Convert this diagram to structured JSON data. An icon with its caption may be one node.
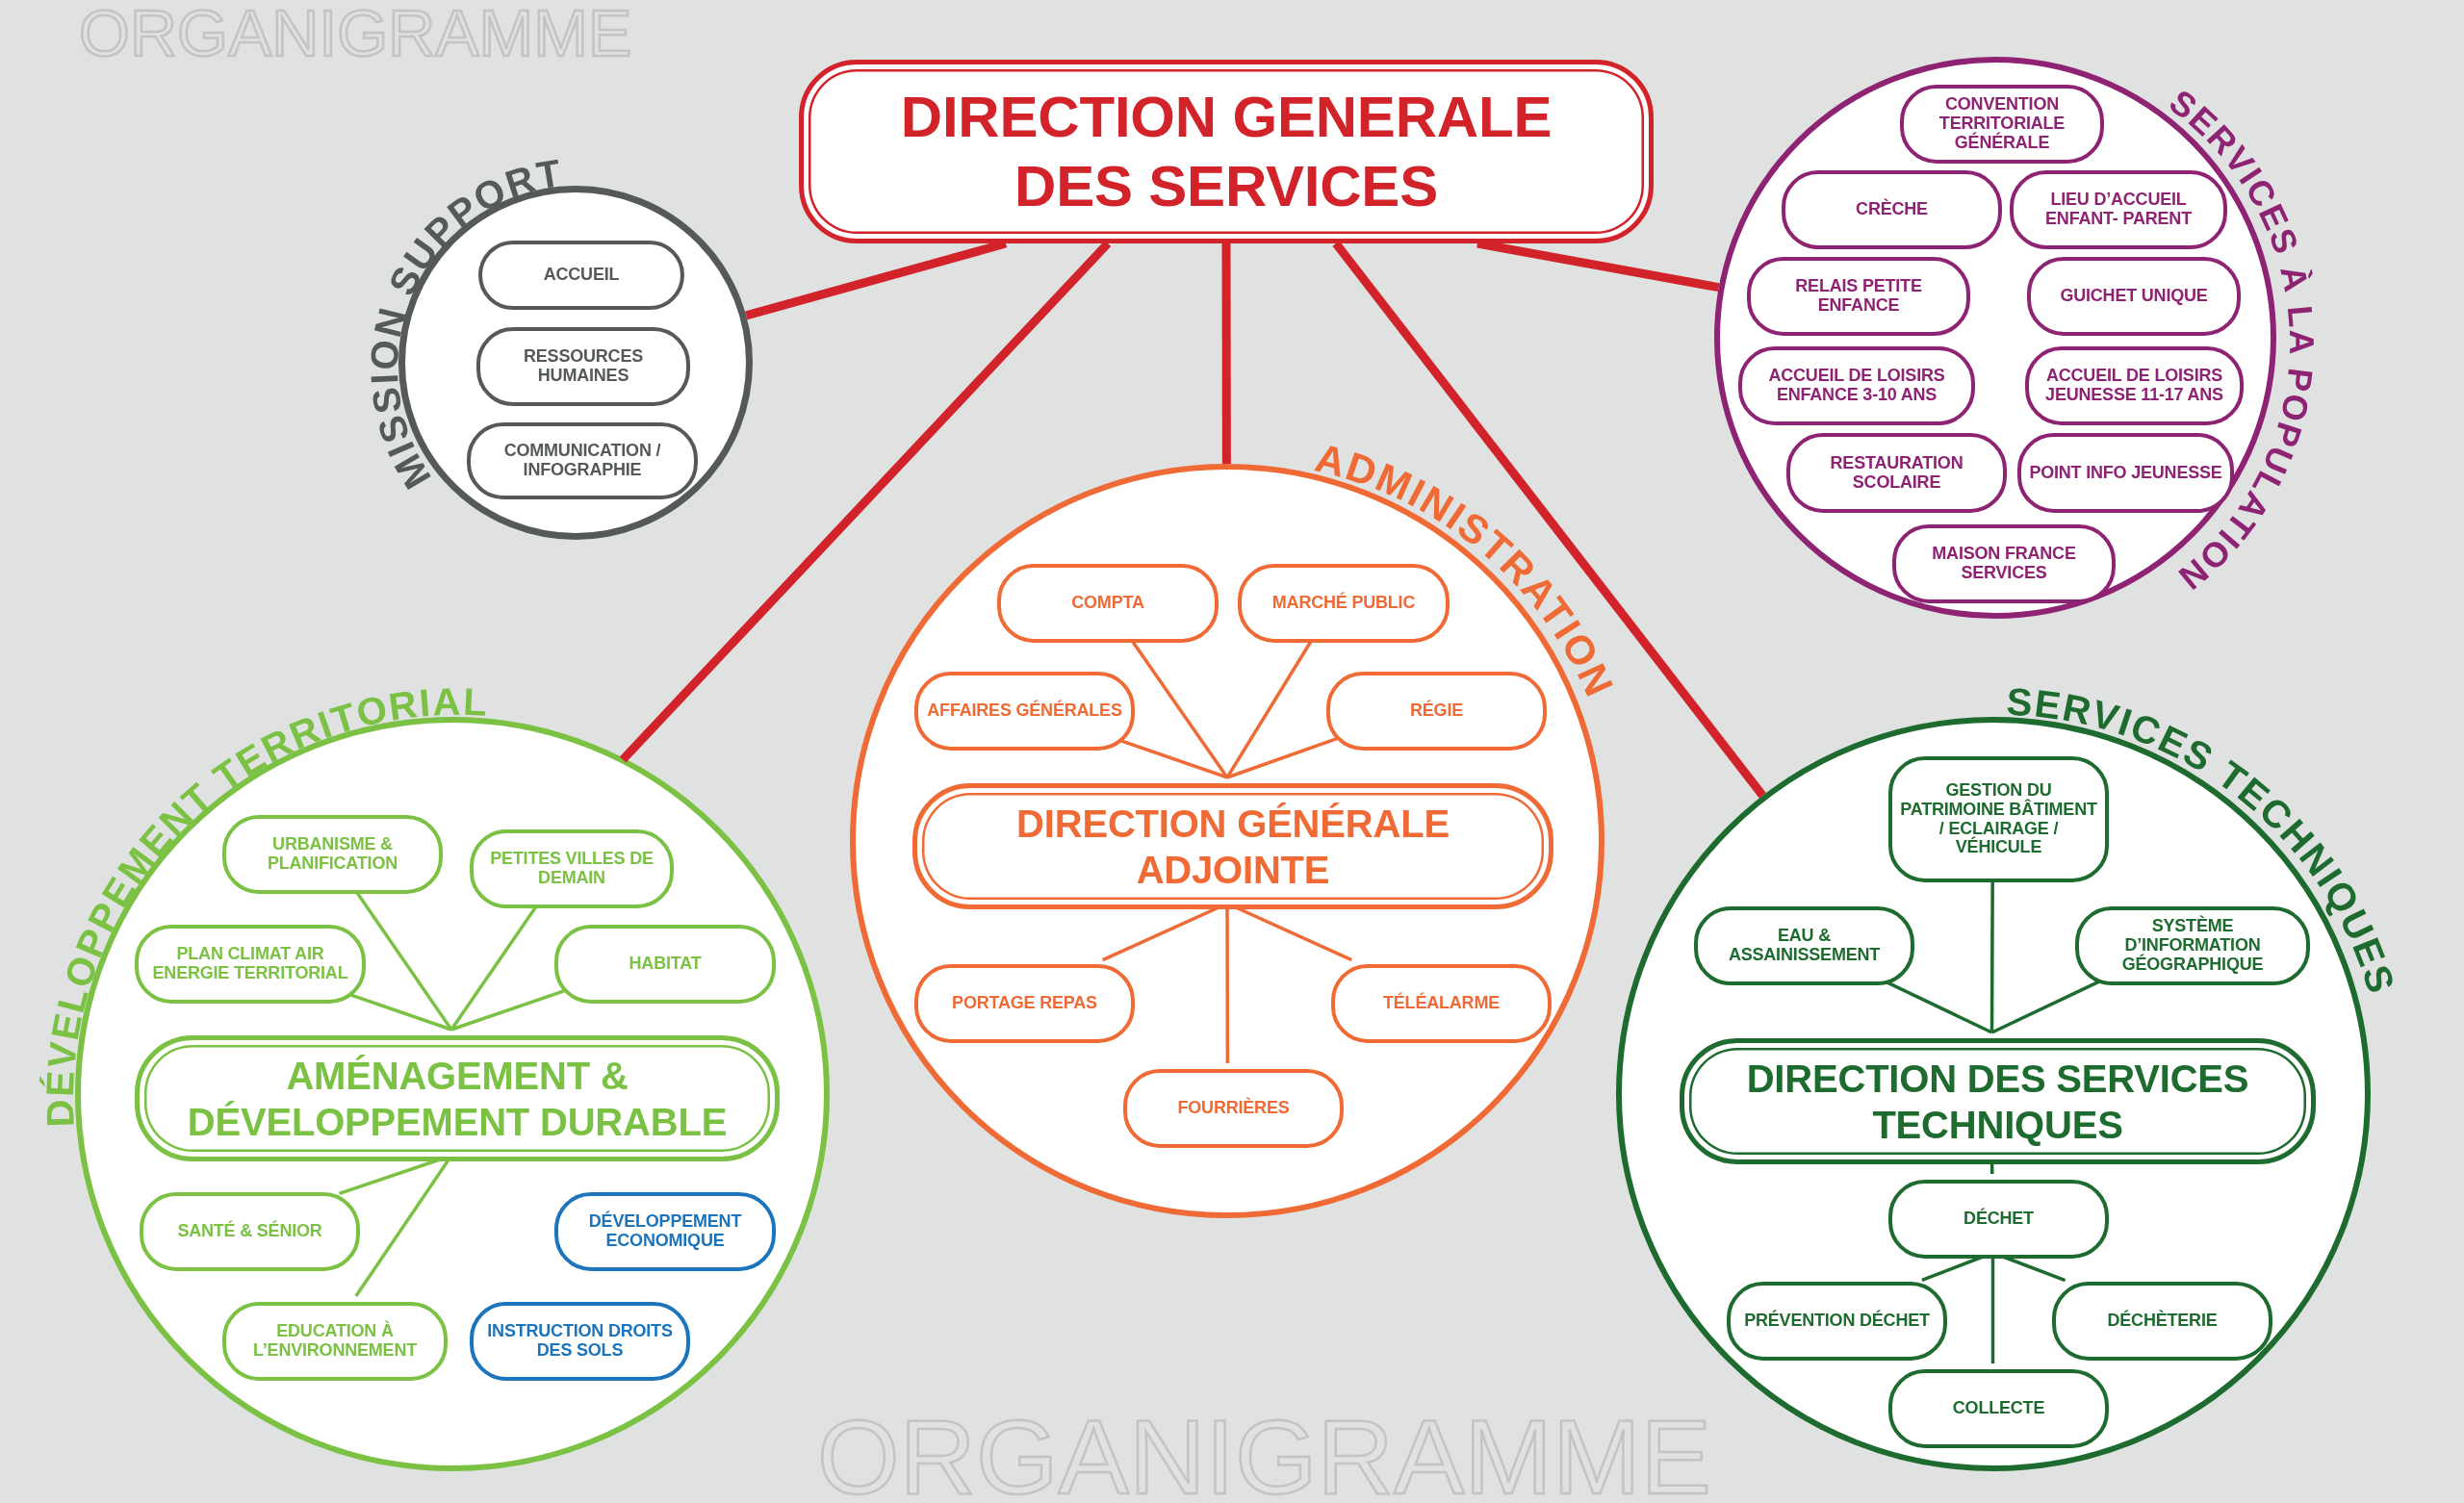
{
  "diagram": {
    "nodes": [
      {
        "text": [
          "DIRECTION GENERALE DES SERVICES"
        ]
      },
      {
        "text": [
          "MISSION SUPPORT"
        ]
      },
      {
        "text": [
          "ACCUEIL"
        ],
        "in": 1
      },
      {
        "text": [
          "RESSOURCES HUMAINES"
        ],
        "in": 1
      },
      {
        "text": [
          "COMMUNICATION / INFOGRAPHIE"
        ],
        "in": 1
      },
      {
        "text": [
          "SERVICES À LA POPULATION"
        ]
      },
      {
        "text": [
          "CONVENTION TERRITORIALE GÉNÉRALE"
        ],
        "in": 5
      },
      {
        "text": [
          "CRÈCHE"
        ],
        "in": 5
      },
      {
        "text": [
          "LIEU D’ACCUEIL ENFANT- PARENT"
        ],
        "in": 5
      },
      {
        "text": [
          "RELAIS PETITE ENFANCE"
        ],
        "in": 5
      },
      {
        "text": [
          "GUICHET UNIQUE"
        ],
        "in": 5
      },
      {
        "text": [
          "ACCUEIL DE LOISIRS ENFANCE 3-10 ANS"
        ],
        "in": 5
      },
      {
        "text": [
          "ACCUEIL DE LOISIRS JEUNESSE 11-17 ANS"
        ],
        "in": 5
      },
      {
        "text": [
          "RESTAURATION SCOLAIRE"
        ],
        "in": 5
      },
      {
        "text": [
          "POINT INFO JEUNESSE"
        ],
        "in": 5
      },
      {
        "text": [
          "MAISON FRANCE SERVICES"
        ],
        "in": 5
      },
      {
        "text": [
          "ADMINISTRATION"
        ]
      },
      {
        "text": [
          "COMPTA"
        ],
        "in": 16
      },
      {
        "text": [
          "MARCHÉ PUBLIC"
        ],
        "in": 16
      },
      {
        "text": [
          "AFFAIRES GÉNÉRALES"
        ],
        "in": 16
      },
      {
        "text": [
          "RÉGIE"
        ],
        "in": 16
      },
      {
        "text": [
          "DIRECTION GÉNÉRALE ADJOINTE"
        ],
        "in": 16
      },
      {
        "text": [
          "PORTAGE REPAS"
        ],
        "in": 16
      },
      {
        "text": [
          "TÉLÉALARME"
        ],
        "in": 16
      },
      {
        "text": [
          "FOURRIÈRES"
        ],
        "in": 16
      },
      {
        "text": [
          "DÉVELOPPEMENT TERRITORIAL"
        ]
      },
      {
        "text": [
          "URBANISME & PLANIFICATION"
        ],
        "in": 25
      },
      {
        "text": [
          "PETITES VILLES DE DEMAIN"
        ],
        "in": 25
      },
      {
        "text": [
          "PLAN CLIMAT AIR ENERGIE TERRITORIAL"
        ],
        "in": 25
      },
      {
        "text": [
          "HABITAT"
        ],
        "in": 25
      },
      {
        "text": [
          "AMÉNAGEMENT & DÉVELOPPEMENT DURABLE"
        ],
        "in": 25
      },
      {
        "text": [
          "SANTÉ & SÉNIOR"
        ],
        "in": 25
      },
      {
        "text": [
          "DÉVELOPPEMENT ECONOMIQUE"
        ],
        "in": 25
      },
      {
        "text": [
          "EDUCATION À L’ENVIRONNEMENT"
        ],
        "in": 25
      },
      {
        "text": [
          "INSTRUCTION DROITS DES SOLS"
        ],
        "in": 25
      },
      {
        "text": [
          "SERVICES TECHNIQUES"
        ]
      },
      {
        "text": [
          "GESTION DU PATRIMOINE BÂTIMENT / ECLAIRAGE / VÉHICULE"
        ],
        "in": 35
      },
      {
        "text": [
          "EAU & ASSAINISSEMENT"
        ],
        "in": 35
      },
      {
        "text": [
          "SYSTÈME D’INFORMATION GÉOGRAPHIQUE"
        ],
        "in": 35
      },
      {
        "text": [
          "DIRECTION DES SERVICES TECHNIQUES"
        ],
        "in": 35
      },
      {
        "text": [
          "DÉCHET"
        ],
        "in": 35
      },
      {
        "text": [
          "PRÉVENTION DÉCHET"
        ],
        "in": 35
      },
      {
        "text": [
          "DÉCHÈTERIE"
        ],
        "in": 35
      },
      {
        "text": [
          "COLLECTE"
        ],
        "in": 35
      }
    ],
    "edges": [
      {
        "from": 0,
        "to": 1,
        "arrow": "none",
        "style": "thick",
        "color": "#d2232a"
      },
      {
        "from": 0,
        "to": 5,
        "arrow": "none",
        "style": "thick",
        "color": "#d2232a"
      },
      {
        "from": 0,
        "to": 16,
        "arrow": "none",
        "style": "thick",
        "color": "#d2232a"
      },
      {
        "from": 0,
        "to": 25,
        "arrow": "none",
        "style": "thick",
        "color": "#d2232a"
      },
      {
        "from": 0,
        "to": 35,
        "arrow": "none",
        "style": "thick",
        "color": "#d2232a"
      },
      {
        "from": 21,
        "to": 17,
        "arrow": "none",
        "color": "#ef6a35"
      },
      {
        "from": 21,
        "to": 18,
        "arrow": "none",
        "color": "#ef6a35"
      },
      {
        "from": 21,
        "to": 19,
        "arrow": "none",
        "color": "#ef6a35"
      },
      {
        "from": 21,
        "to": 20,
        "arrow": "none",
        "color": "#ef6a35"
      },
      {
        "from": 21,
        "to": 22,
        "arrow": "none",
        "color": "#ef6a35"
      },
      {
        "from": 21,
        "to": 23,
        "arrow": "none",
        "color": "#ef6a35"
      },
      {
        "from": 21,
        "to": 24,
        "arrow": "none",
        "color": "#ef6a35"
      },
      {
        "from": 30,
        "to": 26,
        "arrow": "none",
        "color": "#7bc143"
      },
      {
        "from": 30,
        "to": 27,
        "arrow": "none",
        "color": "#7bc143"
      },
      {
        "from": 30,
        "to": 28,
        "arrow": "none",
        "color": "#7bc143"
      },
      {
        "from": 30,
        "to": 29,
        "arrow": "none",
        "color": "#7bc143"
      },
      {
        "from": 30,
        "to": 31,
        "arrow": "none",
        "color": "#7bc143"
      },
      {
        "from": 30,
        "to": 33,
        "arrow": "none",
        "color": "#7bc143"
      },
      {
        "from": 39,
        "to": 36,
        "arrow": "none",
        "color": "#1e6b30"
      },
      {
        "from": 39,
        "to": 37,
        "arrow": "none",
        "color": "#1e6b30"
      },
      {
        "from": 39,
        "to": 38,
        "arrow": "none",
        "color": "#1e6b30"
      },
      {
        "from": 39,
        "to": 40,
        "arrow": "none",
        "color": "#1e6b30"
      },
      {
        "from": 40,
        "to": 41,
        "arrow": "none",
        "color": "#1e6b30"
      },
      {
        "from": 40,
        "to": 42,
        "arrow": "none",
        "color": "#1e6b30"
      },
      {
        "from": 40,
        "to": 43,
        "arrow": "none",
        "color": "#1e6b30"
      }
    ],
    "labels": [
      "ORGANIGRAMME",
      "ORGANIGRAMME"
    ]
  }
}
